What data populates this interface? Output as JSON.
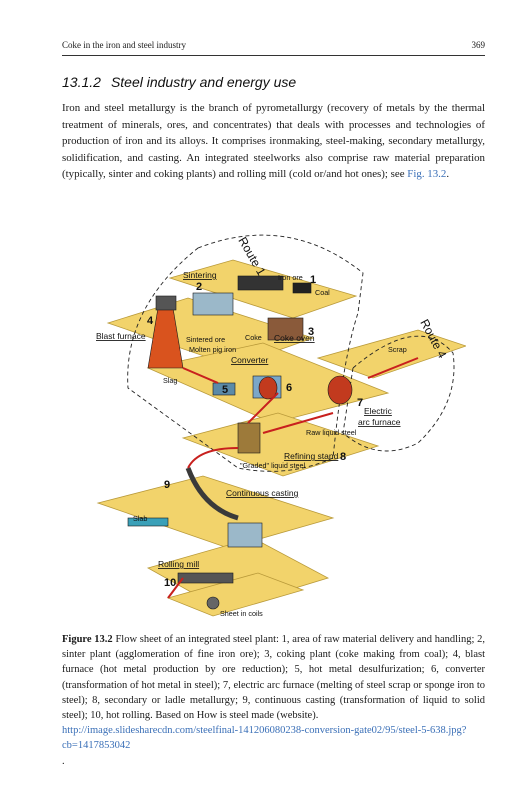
{
  "header": {
    "running_title": "Coke in the iron and steel industry",
    "page_number": "369"
  },
  "section": {
    "number": "13.1.2",
    "title": "Steel industry and energy use"
  },
  "paragraph": {
    "text_before_ref": "Iron and steel metallurgy is the branch of pyrometallurgy (recovery of metals by the thermal treatment of minerals, ores, and concentrates) that deals with processes and technologies of production of iron and its alloys. It comprises ironmaking, steel-making, secondary metallurgy, solidification, and casting. An integrated steelworks also comprise raw material preparation (typically, sinter and coking plants) and rolling mill (cold or/and hot ones); see ",
    "fig_ref": "Fig. 13.2",
    "text_after_ref": "."
  },
  "diagram": {
    "route1": "Route 1",
    "route4": "Route 4",
    "sintering": "Sintering",
    "iron_ore": "Iron ore",
    "coal": "Coal",
    "num1": "1",
    "num2": "2",
    "num3": "3",
    "num4": "4",
    "num5": "5",
    "num6": "6",
    "num7": "7",
    "num8": "8",
    "num9": "9",
    "num10": "10",
    "blast_furnace": "Blast furnace",
    "sintered_ore": "Sintered ore",
    "coke": "Coke",
    "coke_oven": "Coke oven",
    "molten_pig_iron": "Molten pig iron",
    "converter": "Converter",
    "scrap": "Scrap",
    "slag": "Slag",
    "electric": "Electric",
    "arc_furnace": "arc furnace",
    "raw_liquid_steel": "Raw liquid steel",
    "refining_stand": "Refining stand",
    "graded_liquid_steel": "\"Graded\" liquid steel",
    "continuous_casting": "Continuous casting",
    "slab": "Slab",
    "rolling_mill": "Rolling mill",
    "sheet_in_coils": "Sheet in coils",
    "colors": {
      "platform": "#f2d36b",
      "platform_edge": "#b99a3a",
      "outline": "#1a1a1a"
    }
  },
  "caption": {
    "label": "Figure 13.2",
    "text": "Flow sheet of an integrated steel plant: 1, area of raw material delivery and handling; 2, sinter plant (agglomeration of fine iron ore); 3, coking plant (coke making from coal); 4, blast furnace (hot metal production by ore reduction); 5, hot metal desulfurization; 6, converter (transformation of hot metal in steel); 7, electric arc furnace (melting of steel scrap or sponge iron to steel); 8, secondary or ladle metallurgy; 9, continuous casting (transformation of liquid to solid steel); 10, hot rolling. Based on How is steel made (website).",
    "url": "http://image.slidesharecdn.com/steelfinal-141206080238-conversion-gate02/95/steel-5-638.jpg?cb=1417853042",
    "end": "."
  }
}
